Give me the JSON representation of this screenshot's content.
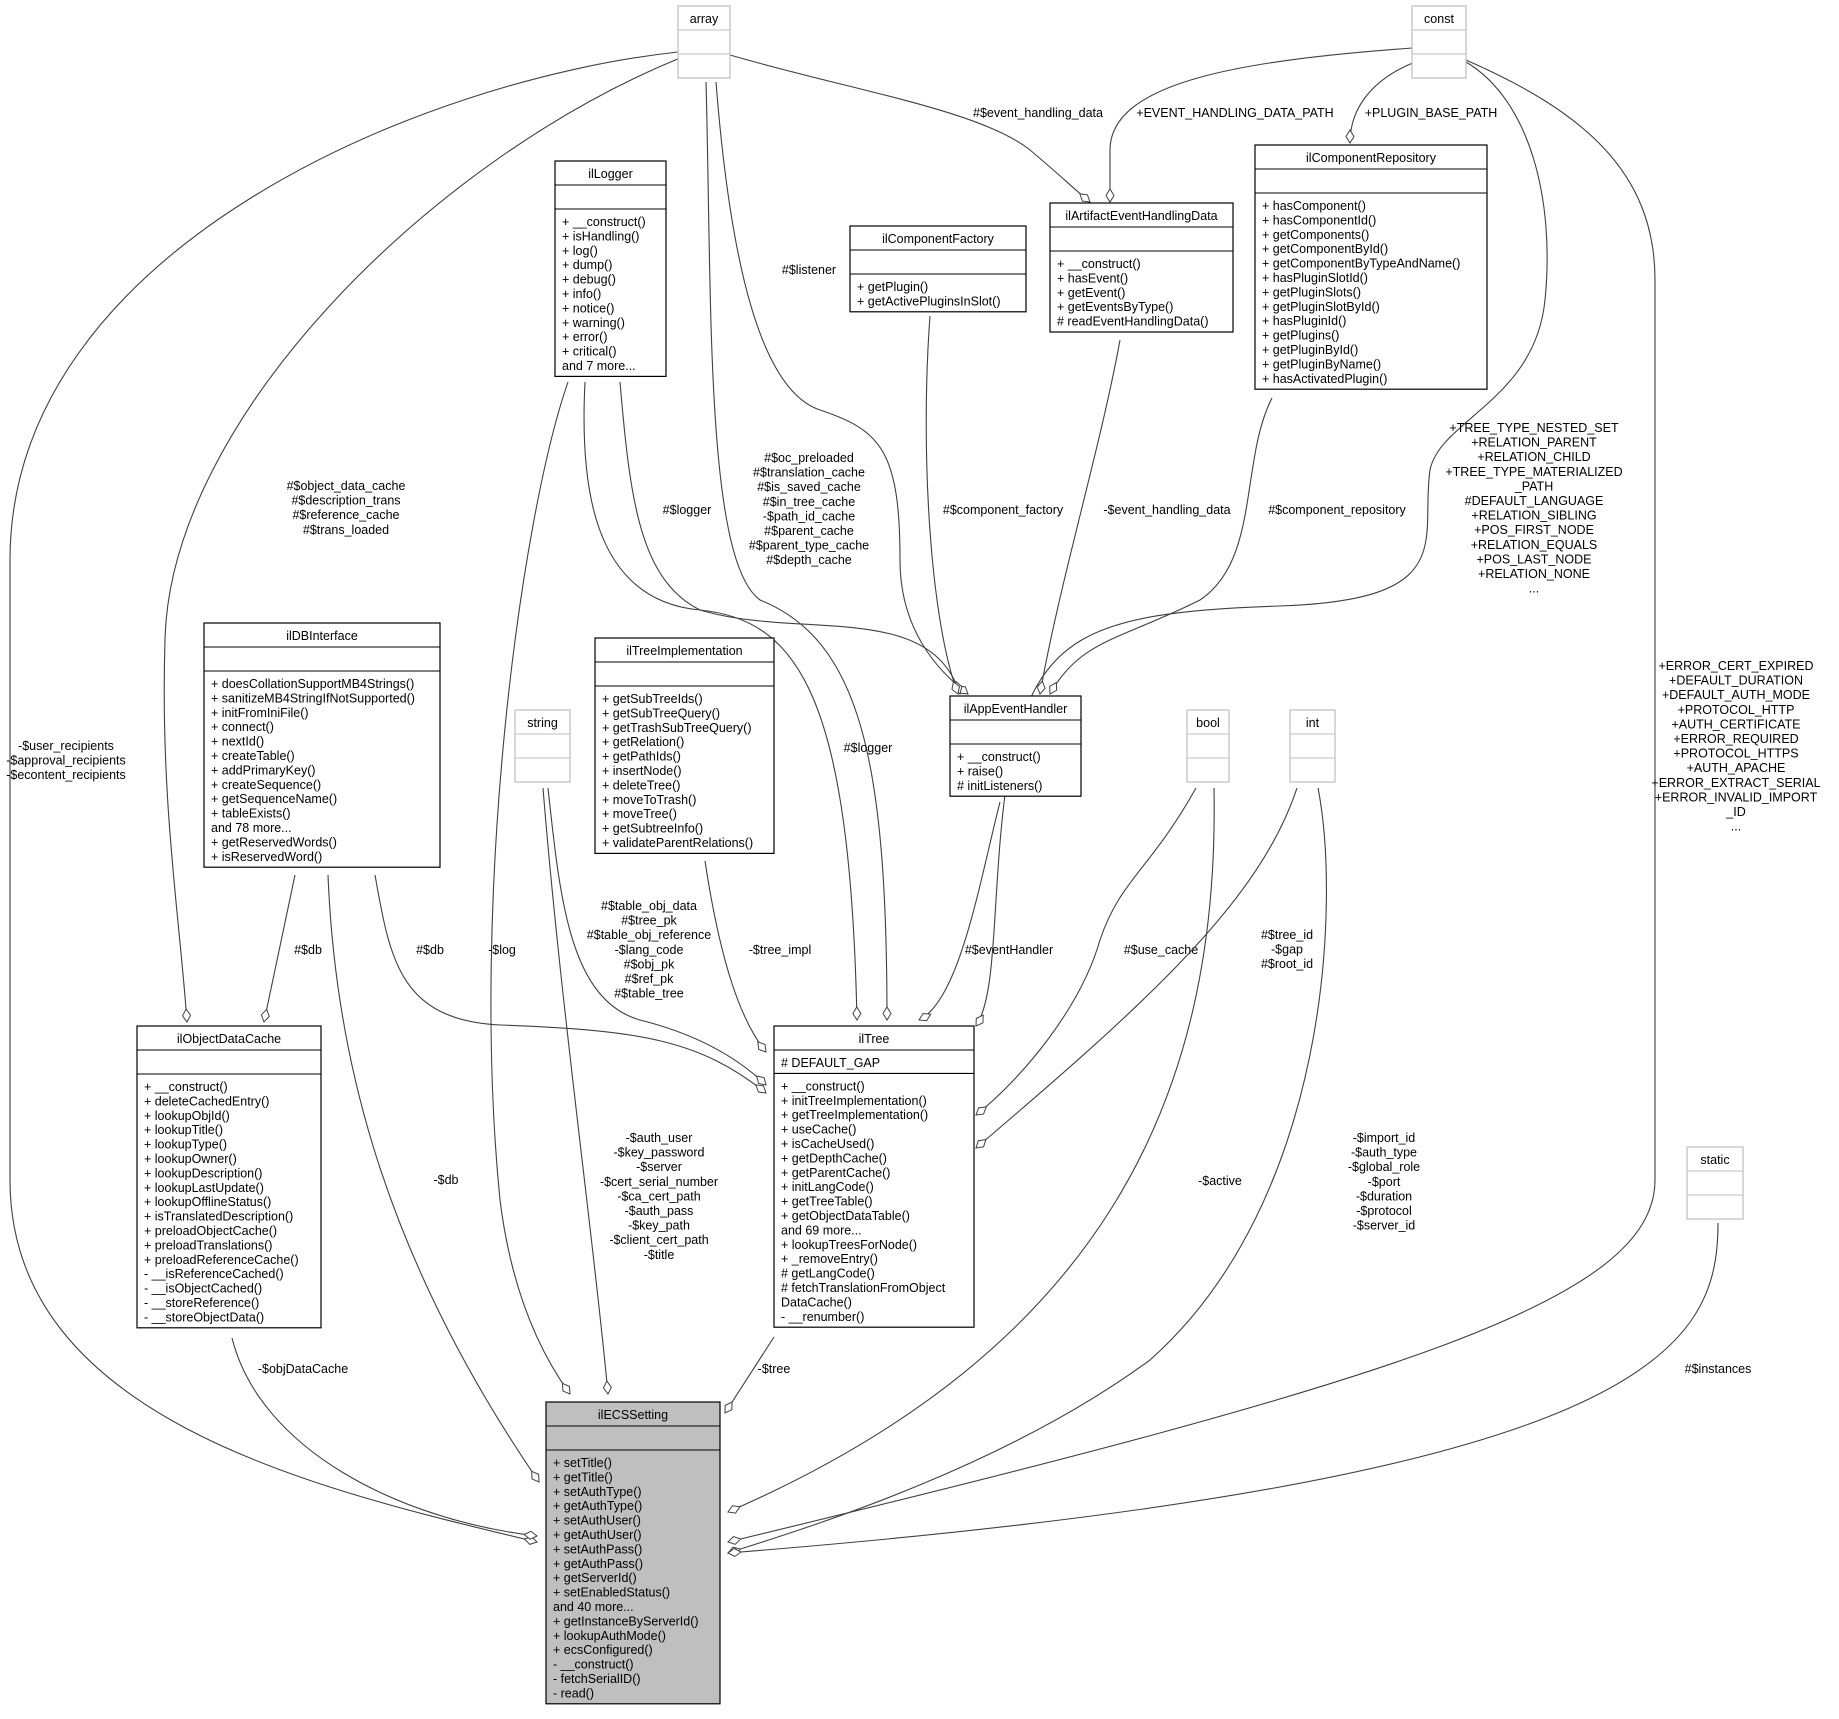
{
  "classes": [
    {
      "name": "array",
      "primitive": true,
      "attributes": [],
      "methods": []
    },
    {
      "name": "const",
      "primitive": true,
      "attributes": [],
      "methods": []
    },
    {
      "name": "ilLogger",
      "attributes": [],
      "methods": [
        "+ __construct()",
        "+ isHandling()",
        "+ log()",
        "+ dump()",
        "+ debug()",
        "+ info()",
        "+ notice()",
        "+ warning()",
        "+ error()",
        "+ critical()",
        "and 7 more..."
      ]
    },
    {
      "name": "ilComponentFactory",
      "attributes": [],
      "methods": [
        "+ getPlugin()",
        "+ getActivePluginsInSlot()"
      ]
    },
    {
      "name": "ilArtifactEventHandlingData",
      "attributes": [],
      "methods": [
        "+ __construct()",
        "+ hasEvent()",
        "+ getEvent()",
        "+ getEventsByType()",
        "# readEventHandlingData()"
      ]
    },
    {
      "name": "ilComponentRepository",
      "attributes": [],
      "methods": [
        "+ hasComponent()",
        "+ hasComponentId()",
        "+ getComponents()",
        "+ getComponentById()",
        "+ getComponentByTypeAndName()",
        "+ hasPluginSlotId()",
        "+ getPluginSlots()",
        "+ getPluginSlotById()",
        "+ hasPluginId()",
        "+ getPlugins()",
        "+ getPluginById()",
        "+ getPluginByName()",
        "+ hasActivatedPlugin()"
      ]
    },
    {
      "name": "ilDBInterface",
      "attributes": [],
      "methods": [
        "+ doesCollationSupportMB4Strings()",
        "+ sanitizeMB4StringIfNotSupported()",
        "+ initFromIniFile()",
        "+ connect()",
        "+ nextId()",
        "+ createTable()",
        "+ addPrimaryKey()",
        "+ createSequence()",
        "+ getSequenceName()",
        "+ tableExists()",
        "and 78 more...",
        "+ getReservedWords()",
        "+ isReservedWord()"
      ]
    },
    {
      "name": "ilTreeImplementation",
      "attributes": [],
      "methods": [
        "+ getSubTreeIds()",
        "+ getSubTreeQuery()",
        "+ getTrashSubTreeQuery()",
        "+ getRelation()",
        "+ getPathIds()",
        "+ insertNode()",
        "+ deleteTree()",
        "+ moveToTrash()",
        "+ moveTree()",
        "+ getSubtreeInfo()",
        "+ validateParentRelations()"
      ]
    },
    {
      "name": "string",
      "primitive": true,
      "attributes": [],
      "methods": []
    },
    {
      "name": "ilAppEventHandler",
      "attributes": [],
      "methods": [
        "+ __construct()",
        "+ raise()",
        "# initListeners()"
      ]
    },
    {
      "name": "bool",
      "primitive": true,
      "attributes": [],
      "methods": []
    },
    {
      "name": "int",
      "primitive": true,
      "attributes": [],
      "methods": []
    },
    {
      "name": "ilObjectDataCache",
      "attributes": [],
      "methods": [
        "+ __construct()",
        "+ deleteCachedEntry()",
        "+ lookupObjId()",
        "+ lookupTitle()",
        "+ lookupType()",
        "+ lookupOwner()",
        "+ lookupDescription()",
        "+ lookupLastUpdate()",
        "+ lookupOfflineStatus()",
        "+ isTranslatedDescription()",
        "+ preloadObjectCache()",
        "+ preloadTranslations()",
        "+ preloadReferenceCache()",
        "- __isReferenceCached()",
        "- __isObjectCached()",
        "- __storeReference()",
        "- __storeObjectData()"
      ]
    },
    {
      "name": "ilTree",
      "attributes": [
        "# DEFAULT_GAP"
      ],
      "methods": [
        "+ __construct()",
        "+ initTreeImplementation()",
        "+ getTreeImplementation()",
        "+ useCache()",
        "+ isCacheUsed()",
        "+ getDepthCache()",
        "+ getParentCache()",
        "+ initLangCode()",
        "+ getTreeTable()",
        "+ getObjectDataTable()",
        "and 69 more...",
        "+ lookupTreesForNode()",
        "+ _removeEntry()",
        "# getLangCode()",
        "# fetchTranslationFromObject",
        "DataCache()",
        "- __renumber()"
      ]
    },
    {
      "name": "static",
      "primitive": true,
      "attributes": [],
      "methods": []
    },
    {
      "name": "ilECSSetting",
      "focus": true,
      "attributes": [],
      "methods": [
        "+ setTitle()",
        "+ getTitle()",
        "+ setAuthType()",
        "+ getAuthType()",
        "+ setAuthUser()",
        "+ getAuthUser()",
        "+ setAuthPass()",
        "+ getAuthPass()",
        "+ getServerId()",
        "+ setEnabledStatus()",
        "and 40 more...",
        "+ getInstanceByServerId()",
        "+ lookupAuthMode()",
        "+ ecsConfigured()",
        "- __construct()",
        "- fetchSerialID()",
        "- read()"
      ]
    }
  ],
  "edges": [
    {
      "from": "array",
      "to": "ilECSSetting",
      "labels": [
        "-$user_recipients",
        "-$approval_recipients",
        "-$econtent_recipients"
      ]
    },
    {
      "from": "array",
      "to": "ilObjectDataCache",
      "labels": [
        "#$object_data_cache",
        "#$description_trans",
        "#$reference_cache",
        "#$trans_loaded"
      ]
    },
    {
      "from": "array",
      "to": "ilTree",
      "labels": [
        "#$oc_preloaded",
        "#$translation_cache",
        "#$is_saved_cache",
        "#$in_tree_cache",
        "-$path_id_cache",
        "#$parent_cache",
        "#$parent_type_cache",
        "#$depth_cache"
      ]
    },
    {
      "from": "array",
      "to": "ilAppEventHandler",
      "labels": [
        "#$listener"
      ]
    },
    {
      "from": "array",
      "to": "ilArtifactEventHandlingData",
      "labels": [
        "#$event_handling_data"
      ]
    },
    {
      "from": "const",
      "to": "ilArtifactEventHandlingData",
      "labels": [
        "+EVENT_HANDLING_DATA_PATH"
      ]
    },
    {
      "from": "const",
      "to": "ilComponentRepository",
      "labels": [
        "+PLUGIN_BASE_PATH"
      ]
    },
    {
      "from": "const",
      "to": "ilTree",
      "labels": [
        "+TREE_TYPE_NESTED_SET",
        "+RELATION_PARENT",
        "+RELATION_CHILD",
        "+TREE_TYPE_MATERIALIZED",
        "_PATH",
        "#DEFAULT_LANGUAGE",
        "+RELATION_SIBLING",
        "+POS_FIRST_NODE",
        "+RELATION_EQUALS",
        "+POS_LAST_NODE",
        "+RELATION_NONE",
        "..."
      ]
    },
    {
      "from": "const",
      "to": "ilECSSetting",
      "labels": [
        "+ERROR_CERT_EXPIRED",
        "+DEFAULT_DURATION",
        "+DEFAULT_AUTH_MODE",
        "+PROTOCOL_HTTP",
        "+AUTH_CERTIFICATE",
        "+ERROR_REQUIRED",
        "+PROTOCOL_HTTPS",
        "+AUTH_APACHE",
        "+ERROR_EXTRACT_SERIAL",
        "+ERROR_INVALID_IMPORT",
        "_ID",
        "..."
      ]
    },
    {
      "from": "ilLogger",
      "to": "ilAppEventHandler",
      "labels": [
        "#$logger"
      ]
    },
    {
      "from": "ilLogger",
      "to": "ilTree",
      "labels": [
        "#$logger"
      ]
    },
    {
      "from": "ilLogger",
      "to": "ilECSSetting",
      "labels": [
        "-$log"
      ]
    },
    {
      "from": "ilComponentFactory",
      "to": "ilAppEventHandler",
      "labels": [
        "#$component_factory"
      ]
    },
    {
      "from": "ilArtifactEventHandlingData",
      "to": "ilAppEventHandler",
      "labels": [
        "-$event_handling_data"
      ]
    },
    {
      "from": "ilComponentRepository",
      "to": "ilAppEventHandler",
      "labels": [
        "#$component_repository"
      ]
    },
    {
      "from": "ilDBInterface",
      "to": "ilObjectDataCache",
      "labels": [
        "#$db"
      ]
    },
    {
      "from": "ilDBInterface",
      "to": "ilTree",
      "labels": [
        "#$db"
      ]
    },
    {
      "from": "ilDBInterface",
      "to": "ilECSSetting",
      "labels": [
        "-$db"
      ]
    },
    {
      "from": "string",
      "to": "ilTree",
      "labels": [
        "#$table_obj_data",
        "#$tree_pk",
        "#$table_obj_reference",
        "-$lang_code",
        "#$obj_pk",
        "#$ref_pk",
        "#$table_tree"
      ]
    },
    {
      "from": "string",
      "to": "ilECSSetting",
      "labels": [
        "-$auth_user",
        "-$key_password",
        "-$server",
        "-$cert_serial_number",
        "-$ca_cert_path",
        "-$auth_pass",
        "-$key_path",
        "-$client_cert_path",
        "-$title"
      ]
    },
    {
      "from": "ilTreeImplementation",
      "to": "ilTree",
      "labels": [
        "-$tree_impl"
      ]
    },
    {
      "from": "ilAppEventHandler",
      "to": "ilTree",
      "labels": [
        "#$eventHandler"
      ]
    },
    {
      "from": "bool",
      "to": "ilTree",
      "labels": [
        "#$use_cache"
      ]
    },
    {
      "from": "bool",
      "to": "ilECSSetting",
      "labels": [
        "-$active"
      ]
    },
    {
      "from": "int",
      "to": "ilTree",
      "labels": [
        "#$tree_id",
        "-$gap",
        "#$root_id"
      ]
    },
    {
      "from": "int",
      "to": "ilECSSetting",
      "labels": [
        "-$import_id",
        "-$auth_type",
        "-$global_role",
        "-$port",
        "-$duration",
        "-$protocol",
        "-$server_id"
      ]
    },
    {
      "from": "ilObjectDataCache",
      "to": "ilECSSetting",
      "labels": [
        "-$objDataCache"
      ]
    },
    {
      "from": "ilTree",
      "to": "ilECSSetting",
      "labels": [
        "-$tree"
      ]
    },
    {
      "from": "static",
      "to": "ilECSSetting",
      "labels": [
        "#$instances"
      ]
    }
  ],
  "colors": {
    "focus_fill": "#bfbfbf",
    "primitive_border": "#bfbfbf",
    "edge": "#404040"
  }
}
